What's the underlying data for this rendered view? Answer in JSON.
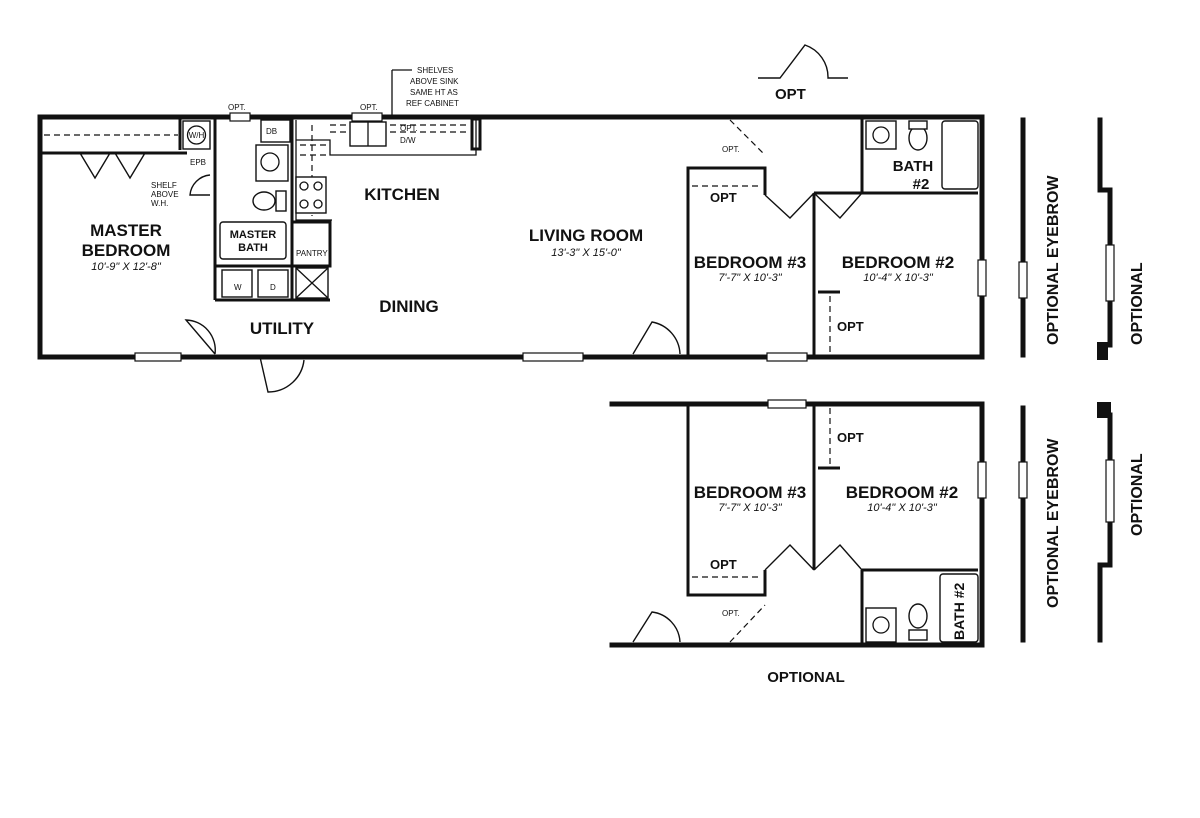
{
  "rooms": {
    "master_bedroom_line1": "MASTER",
    "master_bedroom_line2": "BEDROOM",
    "master_bedroom_dim": "10'-9\" X 12'-8\"",
    "master_bath_line1": "MASTER",
    "master_bath_line2": "BATH",
    "kitchen": "KITCHEN",
    "dining": "DINING",
    "utility": "UTILITY",
    "living_room": "LIVING ROOM",
    "living_room_dim": "13'-3\" X 15'-0\"",
    "bedroom3": "BEDROOM #3",
    "bedroom3_dim": "7'-7\" X 10'-3\"",
    "bedroom2": "BEDROOM #2",
    "bedroom2_dim": "10'-4\" X 10'-3\"",
    "bath2_line1": "BATH",
    "bath2_line2": "#2",
    "bath2_alt": "BATH #2",
    "pantry": "PANTRY"
  },
  "fixtures": {
    "water_heater": "W/H",
    "epb": "EPB",
    "dishwasher": "DB",
    "washer": "W",
    "dryer": "D",
    "dishwasher_opt": "D/W"
  },
  "notes": {
    "shelf_line1": "SHELF",
    "shelf_line2": "ABOVE",
    "shelf_line3": "W.H.",
    "callout_line1": "SHELVES",
    "callout_line2": "ABOVE SINK",
    "callout_line3": "SAME HT AS",
    "callout_line4": "REF CABINET",
    "opt": "OPT",
    "opt_dot": "OPT.",
    "optional": "OPTIONAL",
    "optional_eyebrow": "OPTIONAL EYEBROW"
  }
}
